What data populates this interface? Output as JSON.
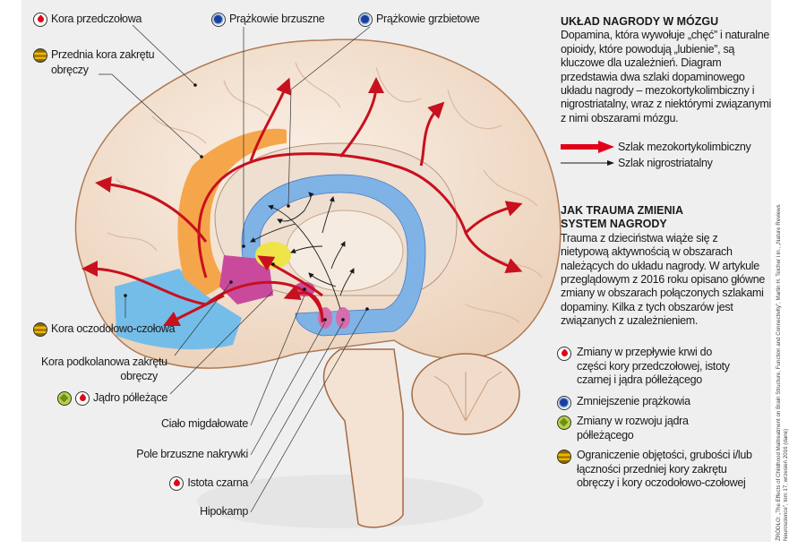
{
  "title": "UKŁAD NAGRODY W MÓZGU",
  "intro": "Dopamina, która wywołuje „chęć” i naturalne opioidy, które powodują „lubienie”, są kluczowe dla uzależnień. Diagram przedstawia dwa szlaki dopaminowego układu nagrody – mezokortykolimbiczny i nigrostriatalny, wraz z niektórymi związanymi z nimi obszarami mózgu.",
  "pathways": [
    {
      "icon": "thick-red-arrow-icon",
      "label": "Szlak mezokortykolimbiczny",
      "color": "#e2001a"
    },
    {
      "icon": "thin-black-arrow-icon",
      "label": "Szlak nigrostriatalny",
      "color": "#1a1a1a"
    }
  ],
  "trauma_section": {
    "title_line1": "JAK TRAUMA ZMIENIA",
    "title_line2": "SYSTEM NAGRODY",
    "text": "Trauma z dzieciństwa wiąże się z nietypową aktywnością w obszarach należących do układu nagrody. W artykule przeglądowym z 2016 roku opisano główne zmiany w obszarach połączonych szlakami dopaminy. Kilka z tych obszarów jest związanych z uzależnieniem."
  },
  "legend": [
    {
      "icon": "blood-drop-icon",
      "text": "Zmiany w przepływie krwi do części kory przedczołowej, istoty czarnej i jądra półleżącego",
      "color": "#e2001a"
    },
    {
      "icon": "striatum-dot-icon",
      "text": "Zmniejszenie prążkowia",
      "color": "#1a3f9c"
    },
    {
      "icon": "green-diamond-icon",
      "text": "Zmiany w rozwoju jądra półleżącego",
      "color": "#8db42a"
    },
    {
      "icon": "yellow-stripe-icon",
      "text": "Ograniczenie objętości, grubości i/lub łączności przedniej kory zakrętu obręczy i kory oczodołowo-czołowej",
      "color": "#f0b400"
    }
  ],
  "labels": {
    "kora_przedczolowa": "Kora przedczołowa",
    "przednia_kora_l1": "Przednia kora zakrętu",
    "przednia_kora_l2": "obręczy",
    "prazkowie_brzuszne": "Prążkowie brzuszne",
    "prazkowie_grzbietowe": "Prążkowie grzbietowe",
    "kora_oczodolowo": "Kora oczodołowo-czołowa",
    "kora_podkolanowa_l1": "Kora podkolanowa zakrętu",
    "kora_podkolanowa_l2": "obręczy",
    "jadro_polezace": "Jądro półleżące",
    "cialo_migdalowate": "Ciało migdałowate",
    "pole_brzuszne": "Pole brzuszne nakrywki",
    "istota_czarna": "Istota czarna",
    "hipokamp": "Hipokamp"
  },
  "region_colors": {
    "cortex": "#f3e2d3",
    "cingulate": "#f5a64a",
    "orbitofrontal": "#74bde8",
    "subgenual": "#c94a9c",
    "striatum": "#7fb3e6",
    "nucleus_accumbens": "#eee44a",
    "pathway_red": "#c8101e"
  },
  "credit": "ŹRÓDŁO: „The Effects of Childhood Maltreatment on Brain Structure, Function and Connectivity”, Martin H. Teicher i in., „Nature Reviews Neuroscience”, tom 17, wrzesień 2016 (dane)"
}
